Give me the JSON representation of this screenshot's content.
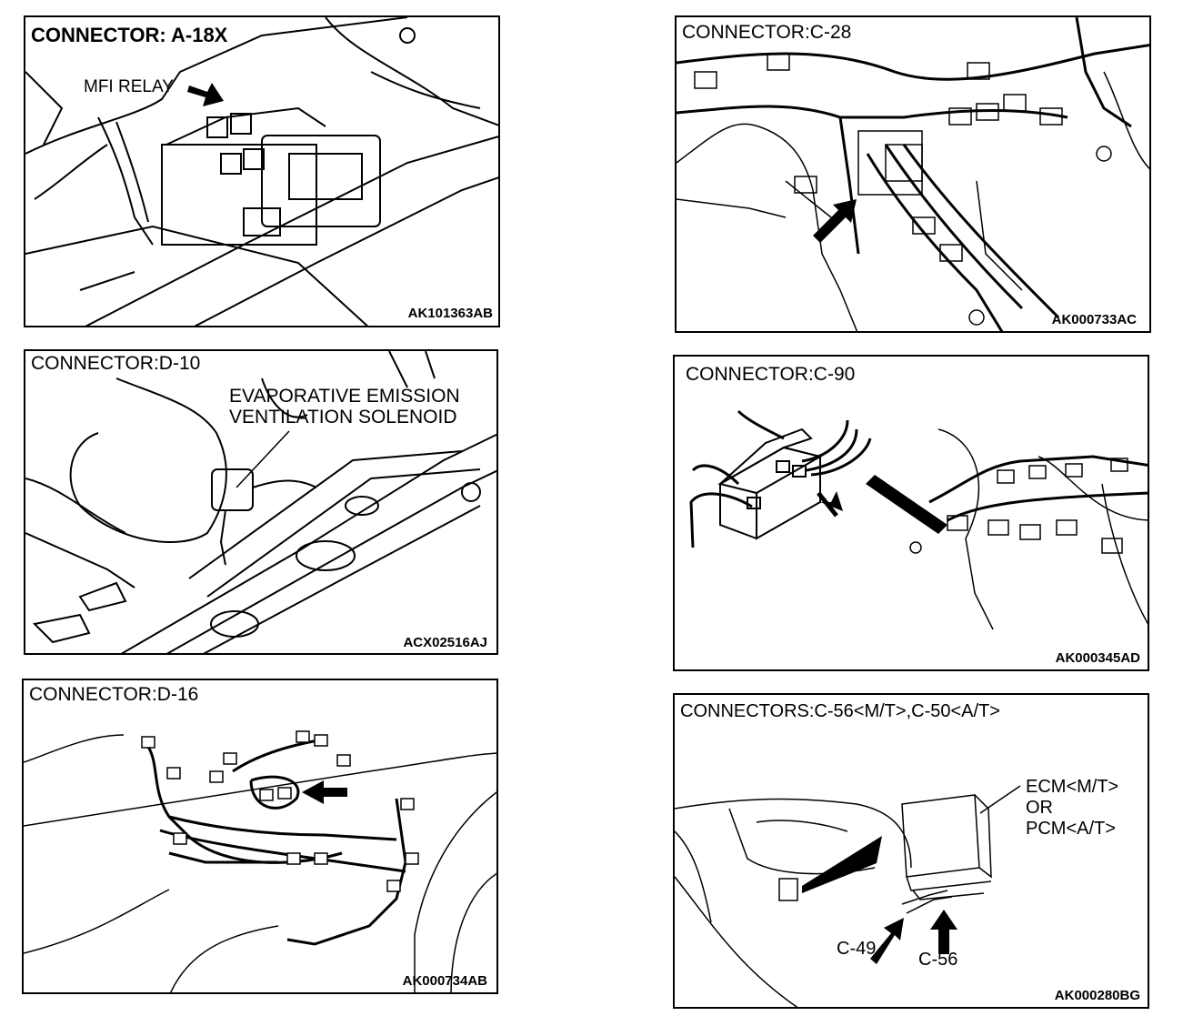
{
  "panels": {
    "a18x": {
      "title": "CONNECTOR: A-18X",
      "label": "MFI RELAY",
      "code": "AK101363AB"
    },
    "c28": {
      "title": "CONNECTOR:C-28",
      "code": "AK000733AC"
    },
    "d10": {
      "title": "CONNECTOR:D-10",
      "label_line1": "EVAPORATIVE EMISSION",
      "label_line2": "VENTILATION SOLENOID",
      "code": "ACX02516AJ"
    },
    "c90": {
      "title": "CONNECTOR:C-90",
      "code": "AK000345AD"
    },
    "d16": {
      "title": "CONNECTOR:D-16",
      "code": "AK000734AB"
    },
    "c56": {
      "title": "CONNECTORS:C-56<M/T>,C-50<A/T>",
      "ecm_line1": "ECM<M/T>",
      "ecm_line2": "OR",
      "ecm_line3": "PCM<A/T>",
      "c49": "C-49",
      "c56": "C-56",
      "code": "AK000280BG"
    }
  }
}
